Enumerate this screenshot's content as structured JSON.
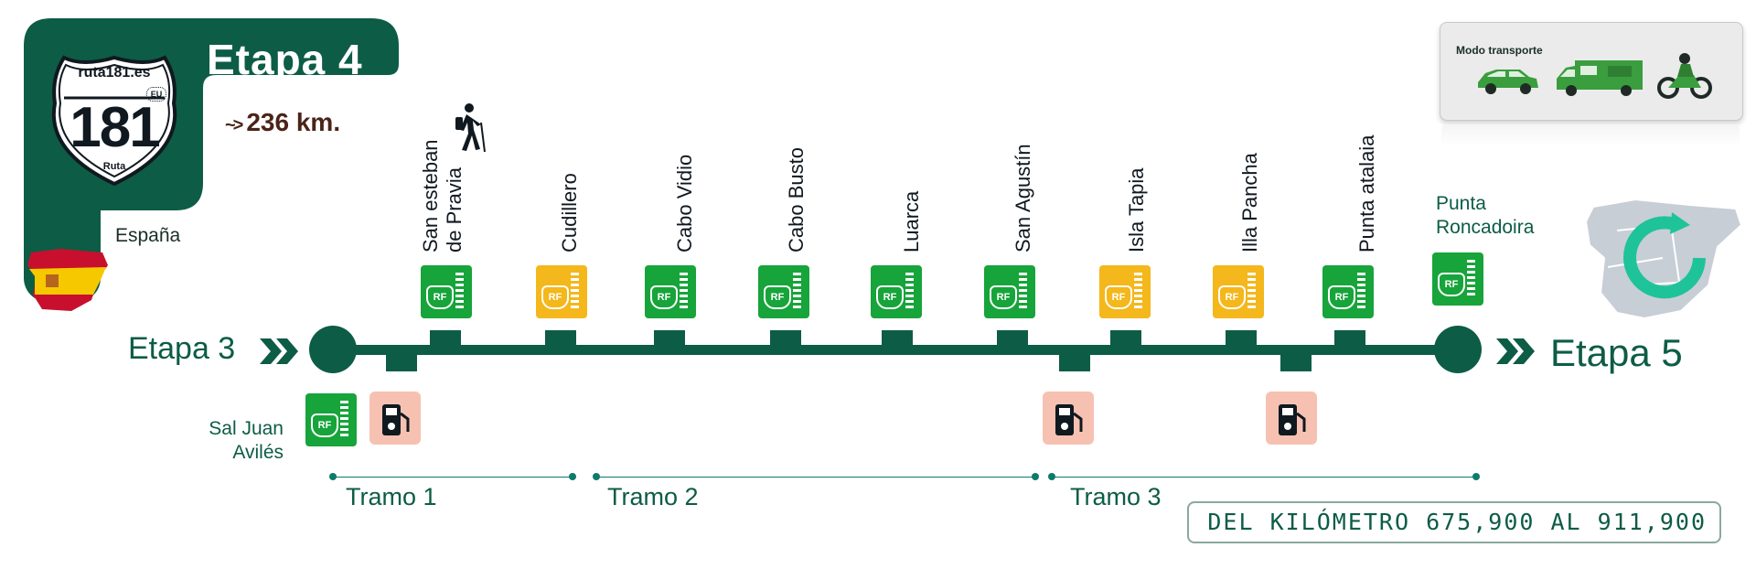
{
  "header": {
    "stage": "Etapa  4",
    "site": "ruta181.es",
    "eu_label": "EU",
    "route_number": "181",
    "route_label": "Ruta",
    "distance": "236 km.",
    "country": "España",
    "hiker_icon": "hiker-icon"
  },
  "transport": {
    "title": "Modo transporte",
    "modes": [
      "car-icon",
      "camper-van-icon",
      "motorcycle-icon"
    ]
  },
  "route": {
    "previous_stage": "Etapa 3",
    "next_stage": "Etapa 5",
    "start": "Sal Juan\nAvilés",
    "end": "Punta\nRoncadoira",
    "stops": [
      {
        "name": "San esteban\nde Pravia",
        "marker": "green"
      },
      {
        "name": "Cudillero",
        "marker": "yellow"
      },
      {
        "name": "Cabo Vidio",
        "marker": "green"
      },
      {
        "name": "Cabo Busto",
        "marker": "green"
      },
      {
        "name": "Luarca",
        "marker": "green"
      },
      {
        "name": "San Agustín",
        "marker": "green"
      },
      {
        "name": "Isla Tapia",
        "marker": "yellow"
      },
      {
        "name": "Illa Pancha",
        "marker": "yellow"
      },
      {
        "name": "Punta atalaia",
        "marker": "green"
      }
    ],
    "marker_text": "RF",
    "fuel_icon": "fuel-station-icon"
  },
  "tramos": [
    "Tramo 1",
    "Tramo 2",
    "Tramo 3"
  ],
  "km_range": "DEL KILÓMETRO 675,900 AL 911,900",
  "colors": {
    "primary": "#0d5c46",
    "marker_green": "#17a43a",
    "marker_yellow": "#f4b71c",
    "fuel_bg": "#f7c1b2",
    "distance_text": "#4a2418"
  }
}
